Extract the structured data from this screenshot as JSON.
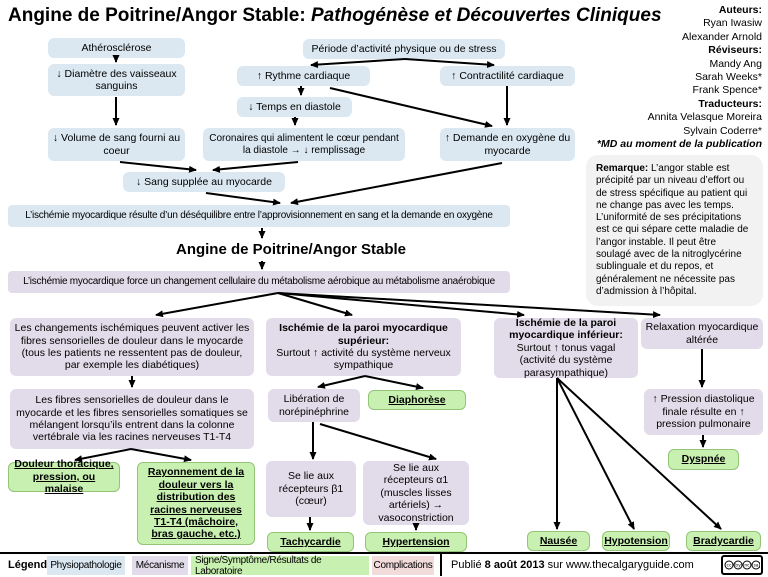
{
  "title": {
    "main": "Angine de Poitrine/Angor Stable:",
    "subtitle": "Pathogénèse et Découvertes Cliniques"
  },
  "credits": {
    "lines": [
      {
        "text": "Auteurs:"
      },
      {
        "text": "Ryan Iwasiw"
      },
      {
        "text": "Alexander Arnold"
      },
      {
        "text": "Réviseurs:"
      },
      {
        "text": "Mandy Ang"
      },
      {
        "text": "Sarah Weeks*"
      },
      {
        "text": "Frank Spence*"
      },
      {
        "text": "Traducteurs:"
      },
      {
        "text": "Annita Velasque Moreira"
      },
      {
        "text": "Sylvain Coderre*"
      },
      {
        "text": "*MD au moment de la publication"
      }
    ]
  },
  "remark": {
    "label": "Remarque:",
    "text": " L’angor stable est précipité par un niveau d’effort ou de stress spécifique au patient qui ne change pas avec les temps. L’uniformité de ses précipitations est ce qui sépare cette maladie de l’angor instable. Il peut être soulagé avec de la nitroglycérine sublinguale et du repos, et généralement ne nécessite pas d’admission à l’hôpital."
  },
  "nodes": {
    "atherosclerose": {
      "text": "Athérosclérose"
    },
    "periode": {
      "text": "Période d’activité physique ou de stress"
    },
    "diametre": {
      "text": "↓ Diamètre des vaisseaux sanguins"
    },
    "rythme": {
      "text": "↑ Rythme cardiaque"
    },
    "contractilite": {
      "text": "↑ Contractilité cardiaque"
    },
    "temps": {
      "text": "↓ Temps en diastole"
    },
    "volume": {
      "text": "↓ Volume de sang fourni au coeur"
    },
    "coronaires": {
      "text": "Coronaires qui alimentent le cœur pendant la diastole → ↓ remplissage"
    },
    "demande": {
      "text": "↑ Demande en oxygène du myocarde"
    },
    "sang_supplee": {
      "text": "↓ Sang supplée au myocarde"
    },
    "desequilibre": {
      "text": "L’ischémie myocardique résulte d’un déséquilibre entre l’approvisionnement en sang et la demande en oxygène"
    },
    "diagnosis": {
      "text": "Angine de Poitrine/Angor Stable"
    },
    "metabolisme": {
      "text": "L’ischémie myocardique force un changement cellulaire du métabolisme aérobique au métabolisme anaérobique"
    },
    "changements": {
      "text": "Les changements ischémiques peuvent activer les fibres sensorielles de douleur dans le myocarde (tous les patients ne ressentent pas de douleur, par exemple les diabétiques)"
    },
    "fibres": {
      "text": "Les fibres sensorielles de douleur dans le myocarde et les fibres sensorielles somatiques se mélangent lorsqu’ils entrent dans la colonne vertébrale via les racines nerveuses T1-T4"
    },
    "douleur_thoracique": {
      "text": "Douleur thoracique, pression, ou malaise"
    },
    "rayonnement": {
      "text": "Rayonnement de la douleur vers la distribution des racines nerveuses T1-T4 (mâchoire, bras gauche, etc.)"
    },
    "ischemie_sup": {
      "title": "Ischémie de la paroi myocardique supérieur:",
      "body": "Surtout ↑ activité du système nerveux sympathique"
    },
    "liberation": {
      "text": "Libération de norépinéphrine"
    },
    "diaphorese": {
      "text": "Diaphorèse"
    },
    "recepteurs_b1": {
      "text": "Se lie aux récepteurs β1 (cœur)"
    },
    "recepteurs_a1": {
      "text": "Se lie aux récepteurs α1 (muscles lisses artériels) → vasoconstriction"
    },
    "tachycardie": {
      "text": "Tachycardie"
    },
    "hypertension": {
      "text": "Hypertension"
    },
    "ischemie_inf": {
      "title": "Ischémie de la paroi myocardique inférieur:",
      "body": "Surtout ↑ tonus vagal (activité du système parasympathique)"
    },
    "nausee": {
      "text": "Nausée"
    },
    "hypotension": {
      "text": "Hypotension"
    },
    "bradycardie": {
      "text": "Bradycardie"
    },
    "relaxation": {
      "text": "Relaxation myocardique altérée"
    },
    "pression": {
      "text": "↑ Pression diastolique finale résulte en ↑ pression pulmonaire"
    },
    "dyspnee": {
      "text": "Dyspnée"
    }
  },
  "legend": {
    "label": "Légende:",
    "items": [
      {
        "label": "Physiopathologie",
        "color": "#dbe8f1"
      },
      {
        "label": "Mécanisme",
        "color": "#e2dcea"
      },
      {
        "label": "Signe/Symptôme/Résultats de Laboratoire",
        "color": "#c8f0b0"
      },
      {
        "label": "Complications",
        "color": "#f2dcdb"
      }
    ],
    "published_prefix": "Publié",
    "published_date": "8 août 2013",
    "published_suffix": "sur www.thecalgaryguide.com",
    "license_icons": [
      "cc",
      "by",
      "nc",
      "sa"
    ]
  },
  "colors": {
    "pathophysiology": "#dbe8f1",
    "mechanism": "#e2dcea",
    "sign_symptom": "#c8f0b0",
    "complication": "#f2dcdb",
    "remark_bg": "#f2f2f2",
    "arrow": "#000000"
  }
}
